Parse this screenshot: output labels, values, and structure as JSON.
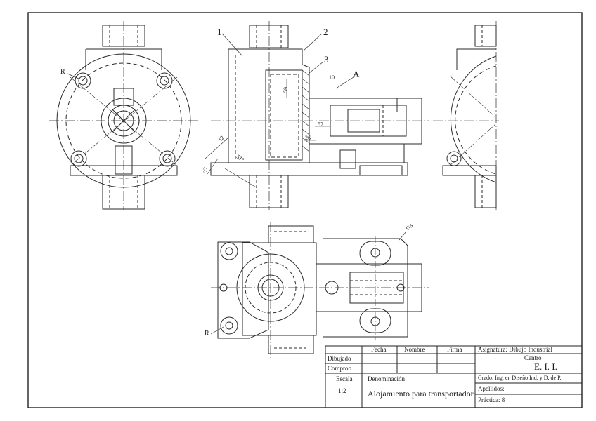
{
  "labels": {
    "part_1": "1",
    "part_2": "2",
    "part_3": "3",
    "detail_a": "A",
    "radius_front": "R",
    "radius_plan": "R",
    "dim_10": "10",
    "dim_59": "59",
    "dim_57": "57",
    "dim_26": "26",
    "dim_12": "12",
    "dim_22": "22",
    "angle_51": "51°",
    "thread_g6": "G6"
  },
  "title_block": {
    "fecha": "Fecha",
    "nombre": "Nombre",
    "firma": "Firma",
    "dibujado": "Dibujado",
    "comprob": "Comprob.",
    "escala_label": "Escala",
    "escala_value": "1:2",
    "denominacion_label": "Denominación",
    "denominacion_value": "Alojamiento para transportador",
    "asignatura": "Asignatura: Dibujo Industrial",
    "centro_label": "Centro",
    "centro_value": "E. I. I.",
    "grado": "Grado: Ing. en Diseño Ind. y D. de P.",
    "apellidos": "Apellidos:",
    "practica": "Práctica: 8"
  }
}
